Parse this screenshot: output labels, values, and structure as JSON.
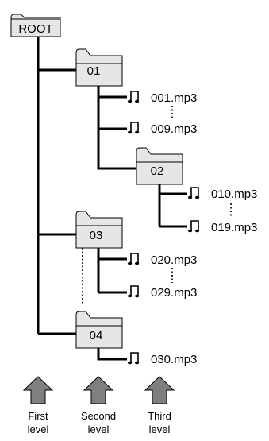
{
  "tree": {
    "root": "ROOT",
    "folders": {
      "f01": "01",
      "f02": "02",
      "f03": "03",
      "f04": "04"
    },
    "files": {
      "a": "001.mp3",
      "b": "009.mp3",
      "c": "010.mp3",
      "d": "019.mp3",
      "e": "020.mp3",
      "f": "029.mp3",
      "g": "030.mp3"
    }
  },
  "levels": [
    {
      "line1": "First",
      "line2": "level"
    },
    {
      "line1": "Second",
      "line2": "level"
    },
    {
      "line1": "Third",
      "line2": "level"
    }
  ],
  "colors": {
    "folder_fill": "#e6e6e6",
    "arrow_fill": "#7f7f7f",
    "line": "#000000"
  }
}
